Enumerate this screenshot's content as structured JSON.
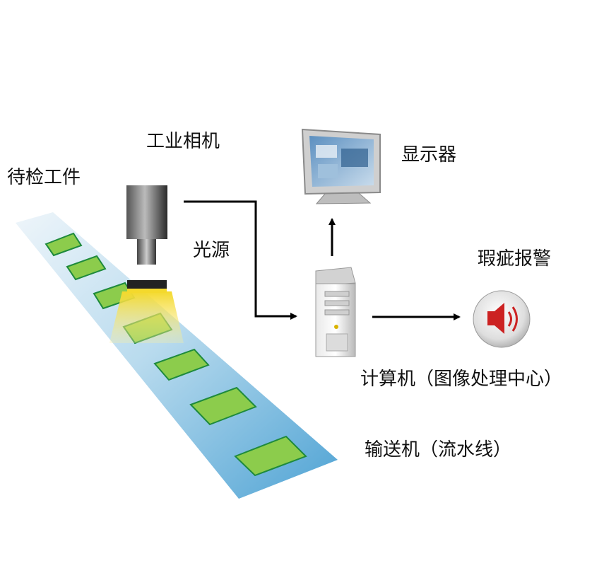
{
  "labels": {
    "workpiece": "待检工件",
    "camera": "工业相机",
    "light_source": "光源",
    "display": "显示器",
    "alarm": "瑕疵报警",
    "computer": "计算机（图像处理中心）",
    "conveyor": "输送机（流水线）"
  },
  "colors": {
    "conveyor_start": "#e3eef6",
    "conveyor_end": "#58a8d6",
    "part_fill": "#8ccc4c",
    "part_border": "#1e8a3c",
    "light": "#f4d92c",
    "arrow": "#000000",
    "alarm_symbol": "#cc2222"
  },
  "icons": [
    "camera-icon",
    "light-icon",
    "monitor-icon",
    "computer-tower-icon",
    "speaker-alarm-icon"
  ]
}
